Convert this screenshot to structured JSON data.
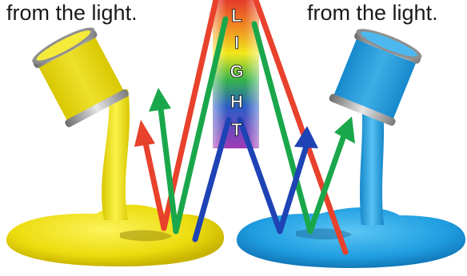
{
  "captions": {
    "left": "from the light.",
    "right": "from the light."
  },
  "light_label": [
    "L",
    "I",
    "G",
    "H",
    "T"
  ],
  "colors": {
    "yellow_paint": "#f2e20c",
    "blue_paint": "#1d9fe0",
    "ray_red": "#e8412c",
    "ray_green": "#1aa74b",
    "ray_blue": "#1e43b5"
  },
  "icons": [
    "yellow-paint-can-icon",
    "blue-paint-can-icon"
  ]
}
